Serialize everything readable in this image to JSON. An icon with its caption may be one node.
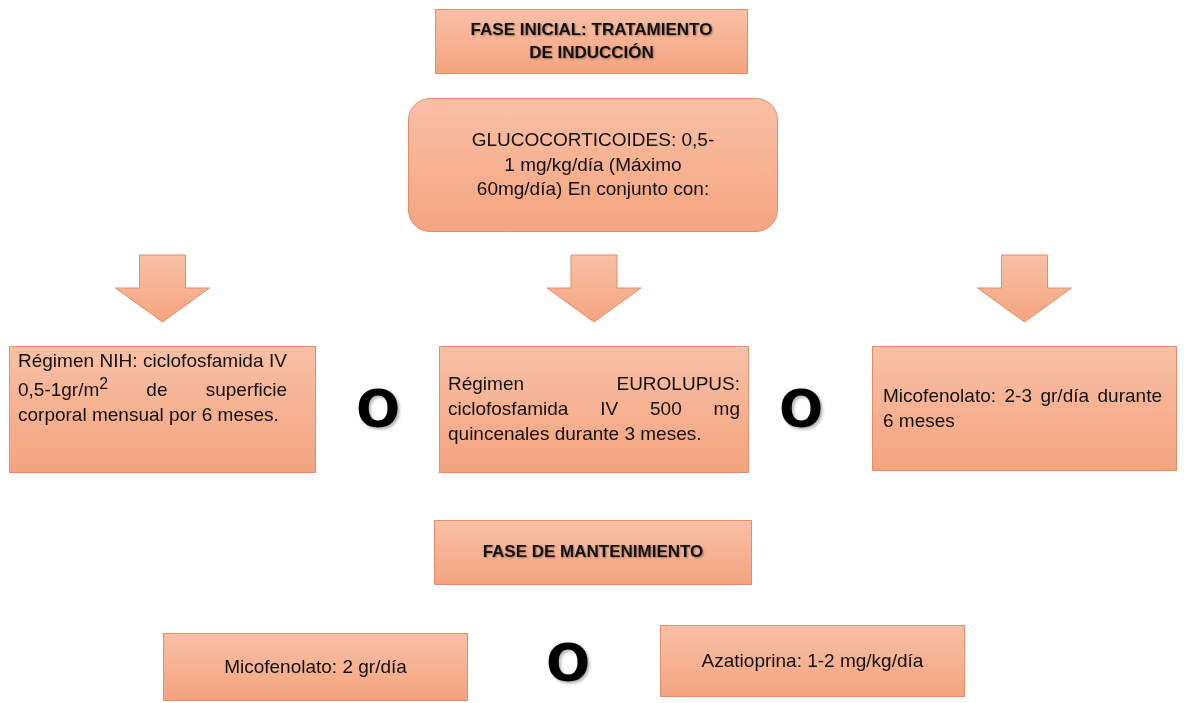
{
  "diagram": {
    "nodes": [
      {
        "text": [
          "FASE INICIAL: TRATAMIENTO DE INDUCCIÓN"
        ]
      },
      {
        "text": [
          "GLUCOCORTICOIDES: 0,5-1 mg/kg/día (Máximo 60mg/día) En conjunto con:"
        ]
      },
      {
        "text": [
          "Régimen NIH: ciclofosfamida IV 0,5-1gr/m$^{2}$ de superficie corporal mensual por 6 meses."
        ]
      },
      {
        "text": [
          "Régimen EUROLUPUS: ciclofosfamida IV 500 mg quincenales durante 3 meses."
        ]
      },
      {
        "text": [
          "Micofenolato: 2-3 gr/día durante 6 meses"
        ]
      },
      {
        "text": [
          "FASE DE MANTENIMIENTO"
        ]
      },
      {
        "text": [
          "Micofenolato: 2 gr/día"
        ]
      },
      {
        "text": [
          "Azatioprina: 1-2 mg/kg/día"
        ]
      }
    ],
    "edges": [
      {
        "from": null,
        "to": 2,
        "arrow": "to"
      },
      {
        "from": 1,
        "to": 3,
        "arrow": "to"
      },
      {
        "from": null,
        "to": 4,
        "arrow": "to"
      }
    ],
    "labels": [
      "O",
      "O",
      "O"
    ]
  }
}
